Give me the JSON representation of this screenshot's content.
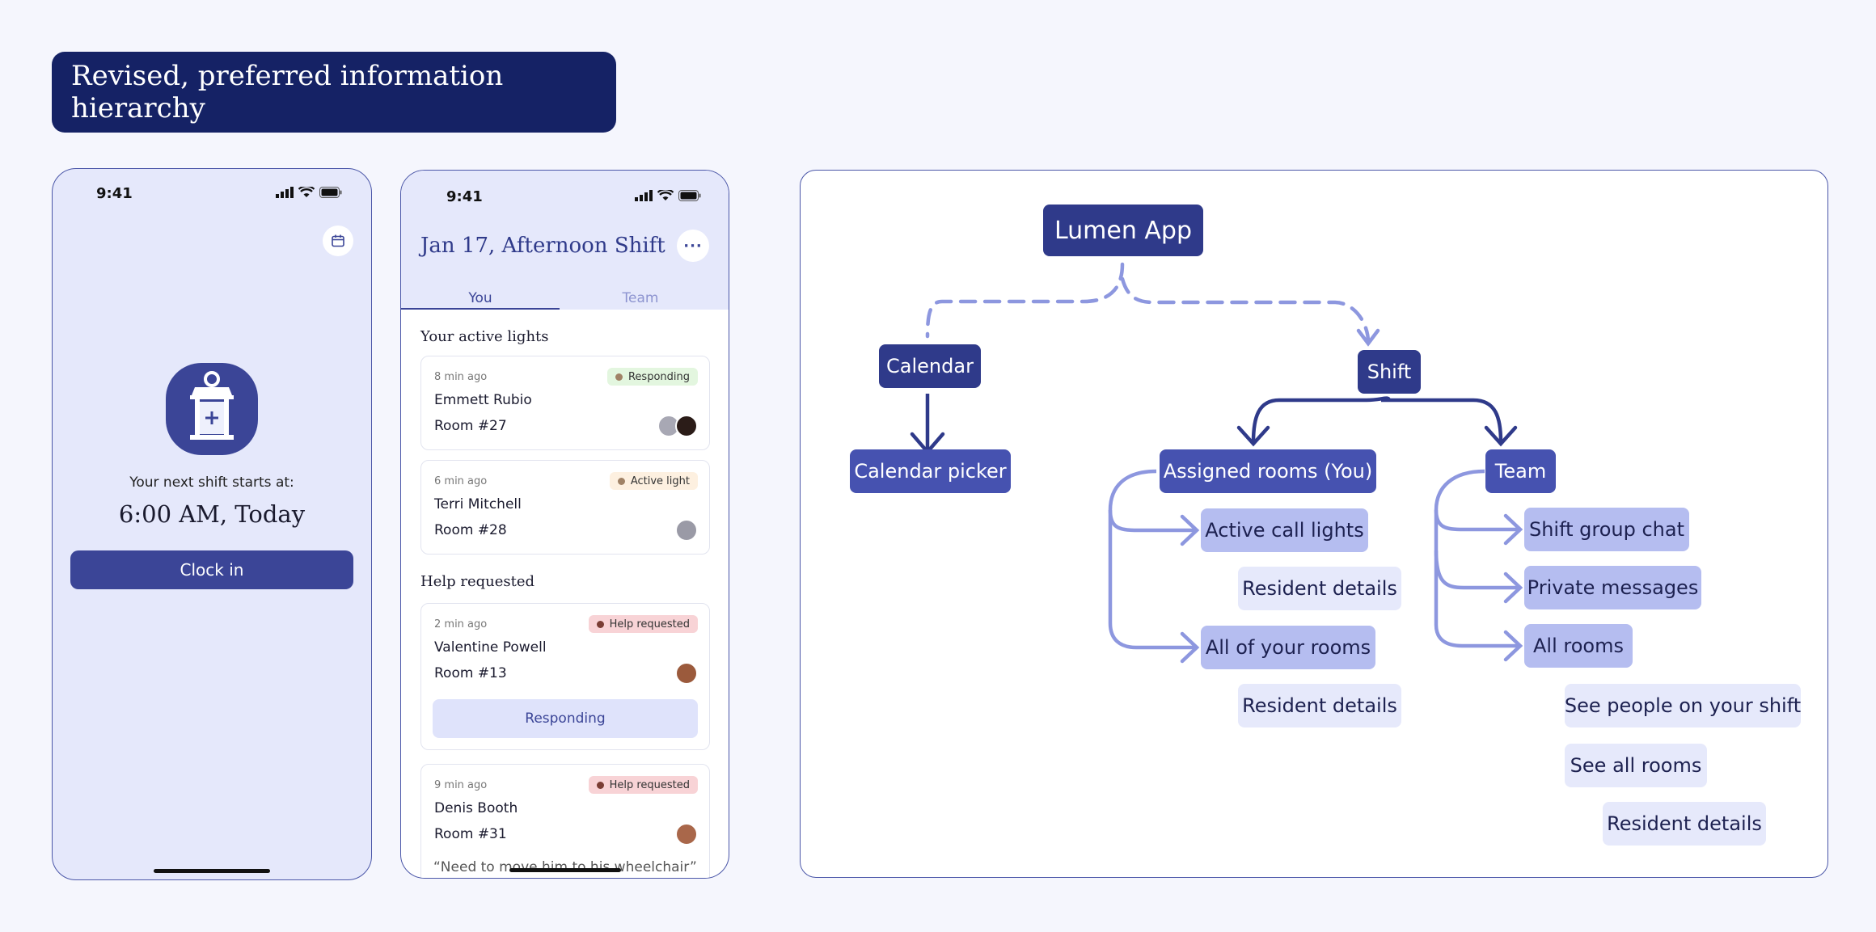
{
  "title": "Revised, preferred information hierarchy",
  "phone1": {
    "time": "9:41",
    "next_shift_label": "Your next shift starts at:",
    "next_shift_time": "6:00 AM, Today",
    "clock_in_label": "Clock in"
  },
  "phone2": {
    "time": "9:41",
    "title": "Jan 17, Afternoon Shift",
    "more_label": "···",
    "tabs": [
      "You",
      "Team"
    ],
    "section_active": "Your active lights",
    "section_help": "Help requested",
    "cards": [
      {
        "ago": "8 min ago",
        "badge": "Responding",
        "name": "Emmett Rubio",
        "room": "Room #27"
      },
      {
        "ago": "6 min ago",
        "badge": "Active light",
        "name": "Terri Mitchell",
        "room": "Room #28"
      },
      {
        "ago": "2 min ago",
        "badge": "Help requested",
        "name": "Valentine Powell",
        "room": "Room #13",
        "button": "Responding"
      },
      {
        "ago": "9 min ago",
        "badge": "Help requested",
        "name": "Denis Booth",
        "room": "Room #31"
      }
    ],
    "quote": "“Need to move him to his wheelchair”"
  },
  "diagram": {
    "root": "Lumen App",
    "calendar": "Calendar",
    "calendar_picker": "Calendar picker",
    "shift": "Shift",
    "assigned_rooms": "Assigned rooms (You)",
    "active_call_lights": "Active call lights",
    "resident_details_1": "Resident details",
    "all_of_your_rooms": "All of your rooms",
    "resident_details_2": "Resident details",
    "team": "Team",
    "shift_group_chat": "Shift group chat",
    "private_messages": "Private messages",
    "all_rooms": "All rooms",
    "see_people": "See people on your shift",
    "see_all_rooms": "See all rooms",
    "resident_details_3": "Resident details"
  },
  "colors": {
    "navy": "#152265",
    "primary": "#3b4597",
    "node_mid": "#4652b0",
    "node_light": "#b5bdf0",
    "node_pale": "#e6e9fb",
    "badge_responding": "#e3f6df",
    "badge_active": "#fdf0e0",
    "badge_help": "#f8d3d6"
  },
  "icons": [
    "signal-icon",
    "wifi-icon",
    "battery-icon",
    "calendar-icon",
    "lantern-icon",
    "more-icon"
  ]
}
